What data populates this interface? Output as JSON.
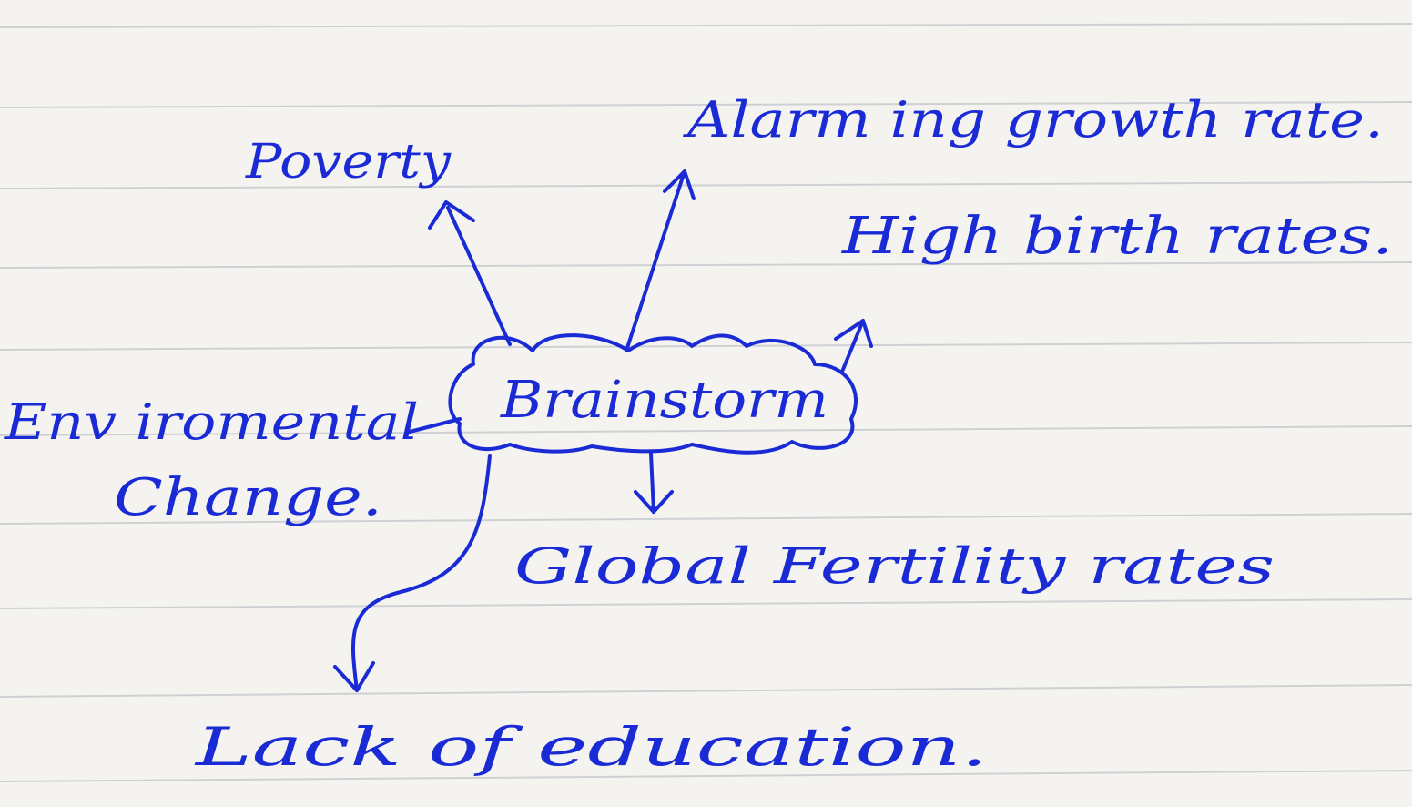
{
  "center": {
    "label": "Brainstorm"
  },
  "nodes": {
    "poverty": "Poverty",
    "alarming": "Alarm ing growth rate.",
    "high_birth": "High birth rates.",
    "environmental_line1": "Env iromental",
    "environmental_line2": "Change.",
    "global_fertility": "Global Fertility rates",
    "lack_education": "Lack of education."
  },
  "colors": {
    "ink": "#1a2bd6",
    "paper": "#f4f3f0",
    "rule_lines": "#cfd0d3"
  }
}
